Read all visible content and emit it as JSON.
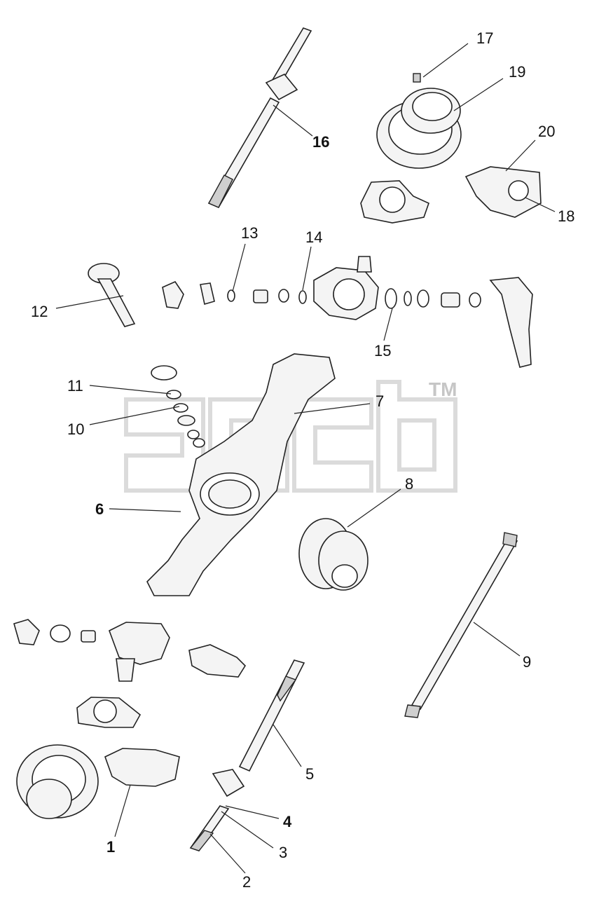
{
  "watermark": {
    "mark": "TM"
  },
  "callouts": [
    {
      "id": "1",
      "label": "1",
      "bold": true
    },
    {
      "id": "2",
      "label": "2",
      "bold": false
    },
    {
      "id": "3",
      "label": "3",
      "bold": false
    },
    {
      "id": "4",
      "label": "4",
      "bold": true
    },
    {
      "id": "5",
      "label": "5",
      "bold": false
    },
    {
      "id": "6",
      "label": "6",
      "bold": true
    },
    {
      "id": "7",
      "label": "7",
      "bold": false
    },
    {
      "id": "8",
      "label": "8",
      "bold": false
    },
    {
      "id": "9",
      "label": "9",
      "bold": false
    },
    {
      "id": "10",
      "label": "10",
      "bold": false
    },
    {
      "id": "11",
      "label": "11",
      "bold": false
    },
    {
      "id": "12",
      "label": "12",
      "bold": false
    },
    {
      "id": "13",
      "label": "13",
      "bold": false
    },
    {
      "id": "14",
      "label": "14",
      "bold": false
    },
    {
      "id": "15",
      "label": "15",
      "bold": false
    },
    {
      "id": "16",
      "label": "16",
      "bold": true
    },
    {
      "id": "17",
      "label": "17",
      "bold": false
    },
    {
      "id": "18",
      "label": "18",
      "bold": false
    },
    {
      "id": "19",
      "label": "19",
      "bold": false
    },
    {
      "id": "20",
      "label": "20",
      "bold": false
    }
  ]
}
